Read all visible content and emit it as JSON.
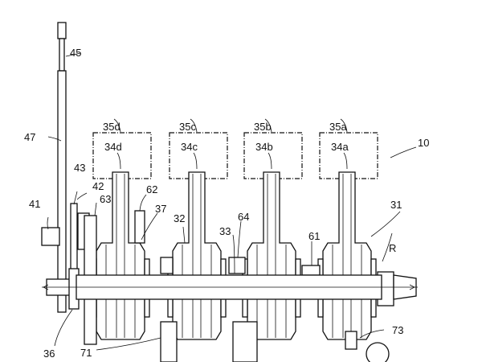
{
  "figure": {
    "assembly_ref": "10",
    "crankshaft_ref": "31",
    "axis_ref": "R",
    "labels": {
      "l45": "45",
      "l47": "47",
      "l43": "43",
      "l42": "42",
      "l63": "63",
      "l62": "62",
      "l41": "41",
      "l37": "37",
      "l32": "32",
      "l64": "64",
      "l33": "33",
      "l61": "61",
      "l36": "36",
      "l71": "71",
      "l73": "73"
    },
    "cylinders": [
      {
        "box": "35d",
        "piston": "34d"
      },
      {
        "box": "35c",
        "piston": "34c"
      },
      {
        "box": "35b",
        "piston": "34b"
      },
      {
        "box": "35a",
        "piston": "34a"
      }
    ]
  }
}
